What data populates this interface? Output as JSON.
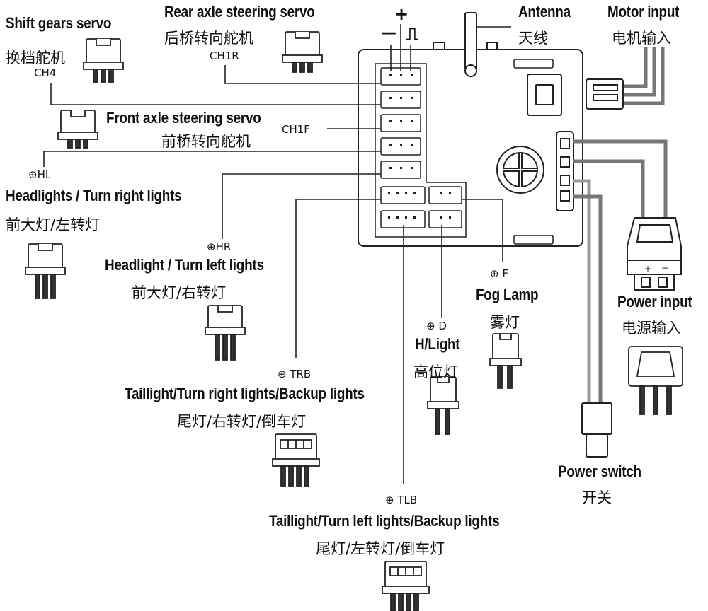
{
  "labels": {
    "shift_gears": {
      "en": "Shift gears servo",
      "cn": "换档舵机",
      "code": "CH4"
    },
    "rear_axle": {
      "en": "Rear axle steering servo",
      "cn": "后桥转向舵机",
      "code": "CH1R"
    },
    "front_axle": {
      "en": "Front axle steering servo",
      "cn": "前桥转向舵机",
      "code": "CH1F"
    },
    "headlights_right": {
      "code": "⊕HL",
      "en": "Headlights / Turn right lights",
      "cn": "前大灯/左转灯"
    },
    "headlight_left": {
      "code": "⊕HR",
      "en": "Headlight / Turn left lights",
      "cn": "前大灯/右转灯"
    },
    "tail_right": {
      "code": "⊕ TRB",
      "en": "Taillight/Turn right lights/Backup lights",
      "cn": "尾灯/右转灯/倒车灯"
    },
    "tail_left": {
      "code": "⊕ TLB",
      "en": "Taillight/Turn left lights/Backup lights",
      "cn": "尾灯/左转灯/倒车灯"
    },
    "hlight": {
      "code": "⊕ D",
      "en": "H/Light",
      "cn": "高位灯"
    },
    "fog": {
      "code": "⊕ F",
      "en": "Fog Lamp",
      "cn": "雾灯"
    },
    "antenna": {
      "en": "Antenna",
      "cn": "天线"
    },
    "motor": {
      "en": "Motor input",
      "cn": "电机输入"
    },
    "power_input": {
      "en": "Power input",
      "cn": "电源输入"
    },
    "power_switch": {
      "en": "Power switch",
      "cn": "开关"
    }
  },
  "pin_symbols": {
    "minus": "—",
    "plus": "+",
    "signal": "⎍"
  }
}
